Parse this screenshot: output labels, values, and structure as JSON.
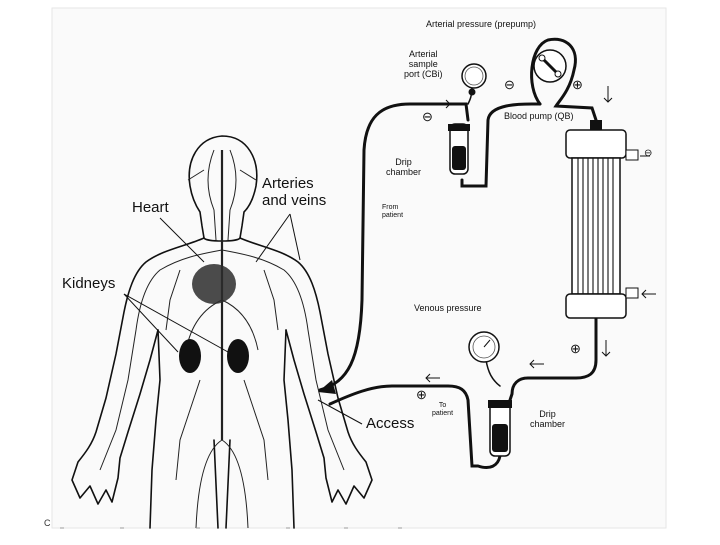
{
  "diagram": {
    "labels": {
      "heart": "Heart",
      "arteries": "Arteries\nand veins",
      "kidneys": "Kidneys",
      "access": "Access",
      "arterial_pressure": "Arterial pressure (prepump)",
      "arterial_sample": "Arterial\nsample\nport (CBi)",
      "blood_pump": "Blood pump (QB)",
      "drip_chamber_top": "Drip\nchamber",
      "from_patient": "From\npatient",
      "venous_pressure": "Venous pressure",
      "to_patient": "To\npatient",
      "drip_chamber_bottom": "Drip\nchamber",
      "corner_mark": "C"
    },
    "signs": {
      "minus": "⊖",
      "plus": "⊕"
    },
    "colors": {
      "line": "#111111",
      "frame": "#e6e6e6",
      "paper": "#fafafa"
    }
  }
}
